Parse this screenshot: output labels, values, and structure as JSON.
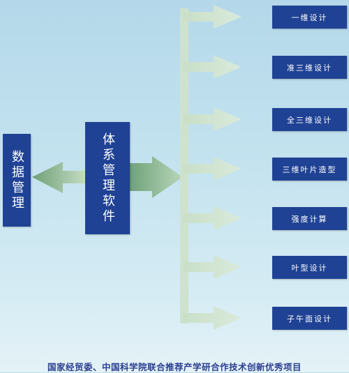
{
  "diagram": {
    "left_box": "数据管理",
    "center_box": "体系管理软件",
    "right_items": [
      "一维设计",
      "准三维设计",
      "全三维设计",
      "三维叶片造型",
      "强度计算",
      "叶型设计",
      "子午面设计"
    ]
  },
  "footer": "国家经贸委、中国科学院联合推荐产学研合作技术创新优秀项目",
  "colors": {
    "box_fill": "#1f4294",
    "box_text": "#ffffff",
    "arrow_fill": "#c8dfc6",
    "arrow_fill_dark": "#7fae84",
    "footer_text": "#2a3d8f"
  }
}
